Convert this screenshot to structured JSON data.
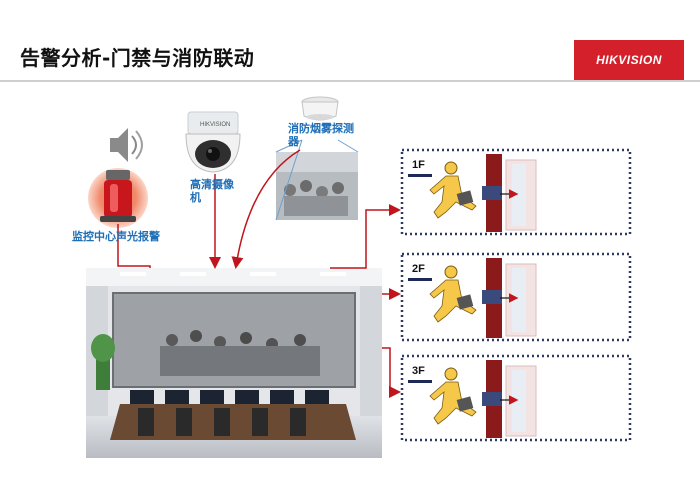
{
  "header": {
    "title": "告警分析-门禁与消防联动",
    "brand": "HIKVISION",
    "brand_color": "#d4202a"
  },
  "labels": {
    "alarm": "监控中心声光报警",
    "camera": "高清摄像机",
    "smoke": "消防烟雾探测器"
  },
  "floors": [
    {
      "name": "1F"
    },
    {
      "name": "2F"
    },
    {
      "name": "3F"
    }
  ],
  "colors": {
    "arrow": "#c0151c",
    "label": "#1e6fb7",
    "wall": "#8b1a1a",
    "runner": "#f5c84a"
  }
}
